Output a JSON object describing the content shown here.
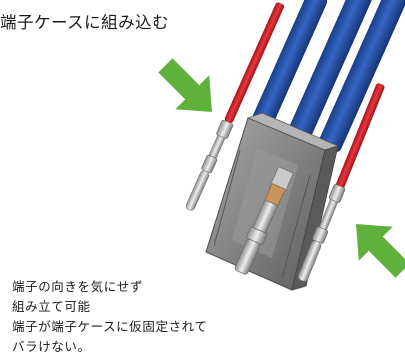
{
  "heading": "端子ケースに組み込む",
  "description_lines": [
    "端子の向きを気にせず",
    "組み立て可能",
    "端子が端子ケースに仮固定されて",
    "バラけない。"
  ],
  "colors": {
    "arrow": "#5fb13b",
    "wire_red": "#d7232c",
    "wire_blue": "#1f4e9a",
    "housing": "#8a8a8a",
    "metal": "#c8c8c8"
  },
  "icons": [
    "arrow-icon"
  ]
}
